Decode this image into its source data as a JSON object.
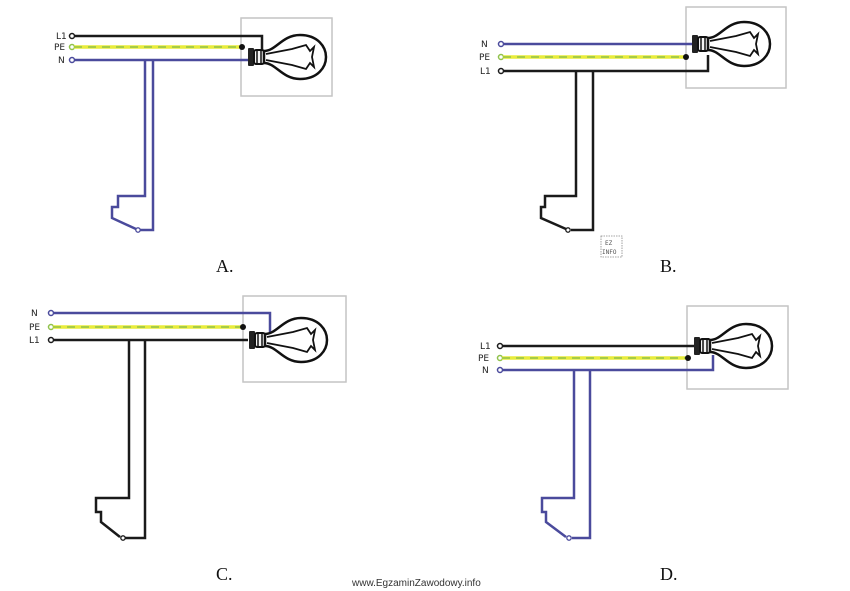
{
  "colors": {
    "line": "#1a1a1a",
    "neutral": "#4a4a9c",
    "pe_yellow": "#e8ec3a",
    "pe_green": "#8fc24a",
    "box_border": "#c4c4c4"
  },
  "diagrams": [
    {
      "id": "A",
      "option_label": "A.",
      "wire_labels": [
        "L1",
        "PE",
        "N"
      ],
      "switched_wire": "N"
    },
    {
      "id": "B",
      "option_label": "B.",
      "wire_labels": [
        "N",
        "PE",
        "L1"
      ],
      "switched_wire": "L1"
    },
    {
      "id": "C",
      "option_label": "C.",
      "wire_labels": [
        "N",
        "PE",
        "L1"
      ],
      "switched_wire": "L1"
    },
    {
      "id": "D",
      "option_label": "D.",
      "wire_labels": [
        "L1",
        "PE",
        "N"
      ],
      "switched_wire": "N"
    }
  ],
  "logo": {
    "line1": "EZ",
    "line2": "INFO"
  },
  "watermark": "www.EgzaminZawodowy.info"
}
